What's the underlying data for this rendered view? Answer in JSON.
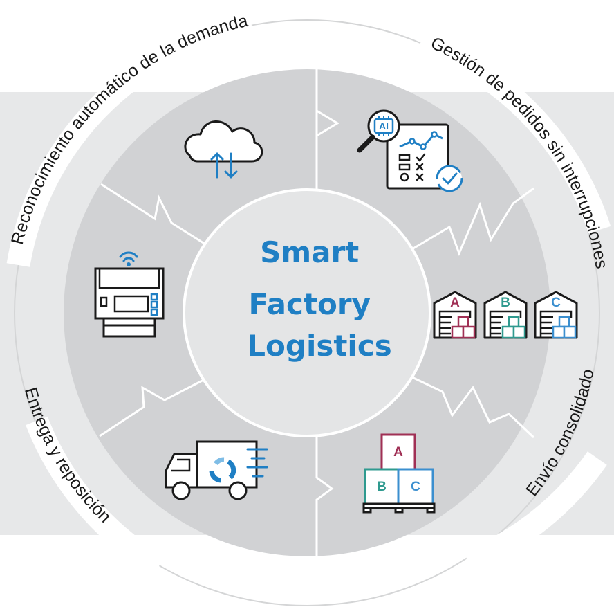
{
  "diagram": {
    "center_title_lines": [
      "Smart",
      "Factory",
      "Logistics"
    ],
    "cycle_labels": {
      "demand": "Reconocimiento automático de la demanda",
      "orders": "Gestión de pedidos sin interrupciones",
      "shipping": "Envío consolidado",
      "delivery": "Entrega y reposición"
    },
    "warehouse_letters": [
      "A",
      "B",
      "C"
    ],
    "box_letters": [
      "A",
      "B",
      "C"
    ],
    "ai_badge": "AI",
    "icons": [
      "cloud-sync-icon",
      "ai-order-checklist-icon",
      "warehouses-icon",
      "stacked-boxes-icon",
      "delivery-truck-icon",
      "wireless-scale-icon"
    ],
    "colors": {
      "accent_blue": "#1f7fc4",
      "light_blue": "#7fbde6",
      "segment_gray": "#d1d2d4",
      "band_gray": "#e7e8e9",
      "center_gray": "#e4e5e6",
      "ring_line": "#d4d5d6",
      "warehouse_a": "#a03055",
      "warehouse_b": "#2f9a8f",
      "warehouse_c": "#3b8fcf"
    }
  }
}
